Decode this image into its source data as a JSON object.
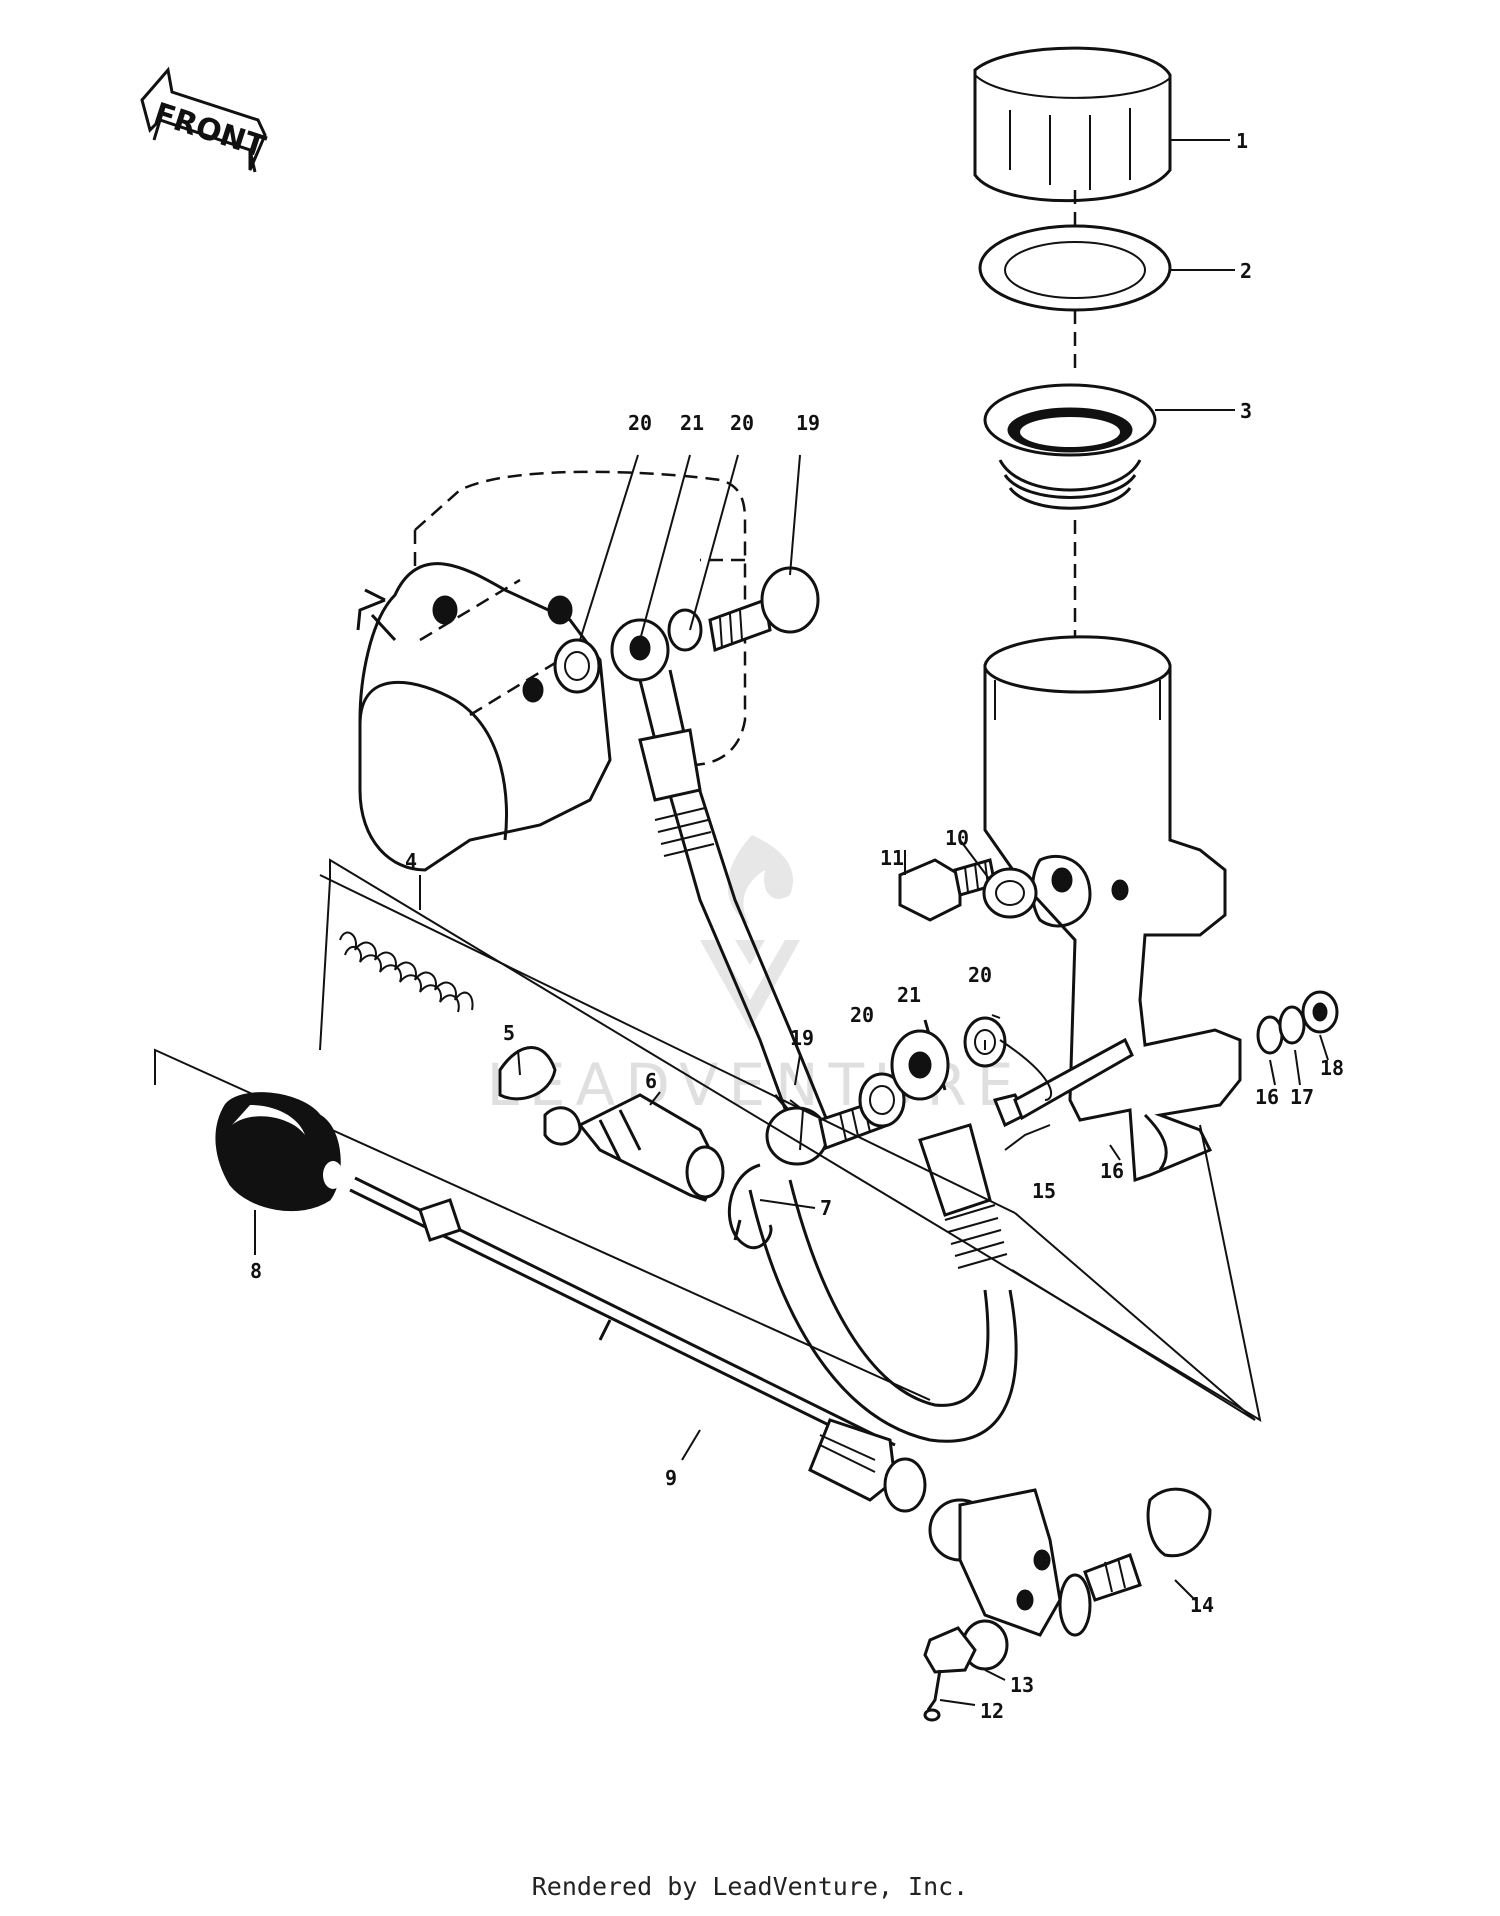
{
  "orientation": {
    "label": "FRONT",
    "icon": "front-arrow-icon"
  },
  "footer": {
    "text": "Rendered by LeadVenture, Inc."
  },
  "callouts": {
    "c1": "1",
    "c2": "2",
    "c3": "3",
    "c4": "4",
    "c5": "5",
    "c6": "6",
    "c7": "7",
    "c8": "8",
    "c9": "9",
    "c10": "10",
    "c11": "11",
    "c12": "12",
    "c13": "13",
    "c14": "14",
    "c15": "15",
    "c16a": "16",
    "c16b": "16",
    "c17": "17",
    "c18": "18",
    "c19a": "19",
    "c19b": "19",
    "c20a": "20",
    "c20b": "20",
    "c20c": "20",
    "c20d": "20",
    "c21a": "21",
    "c21b": "21"
  },
  "watermark": {
    "text": "LEADVENTURE",
    "icon": "leadventure-flame-logo-icon"
  },
  "colors": {
    "ink": "#111111",
    "background": "#ffffff",
    "watermark": "#dcdcdc"
  }
}
